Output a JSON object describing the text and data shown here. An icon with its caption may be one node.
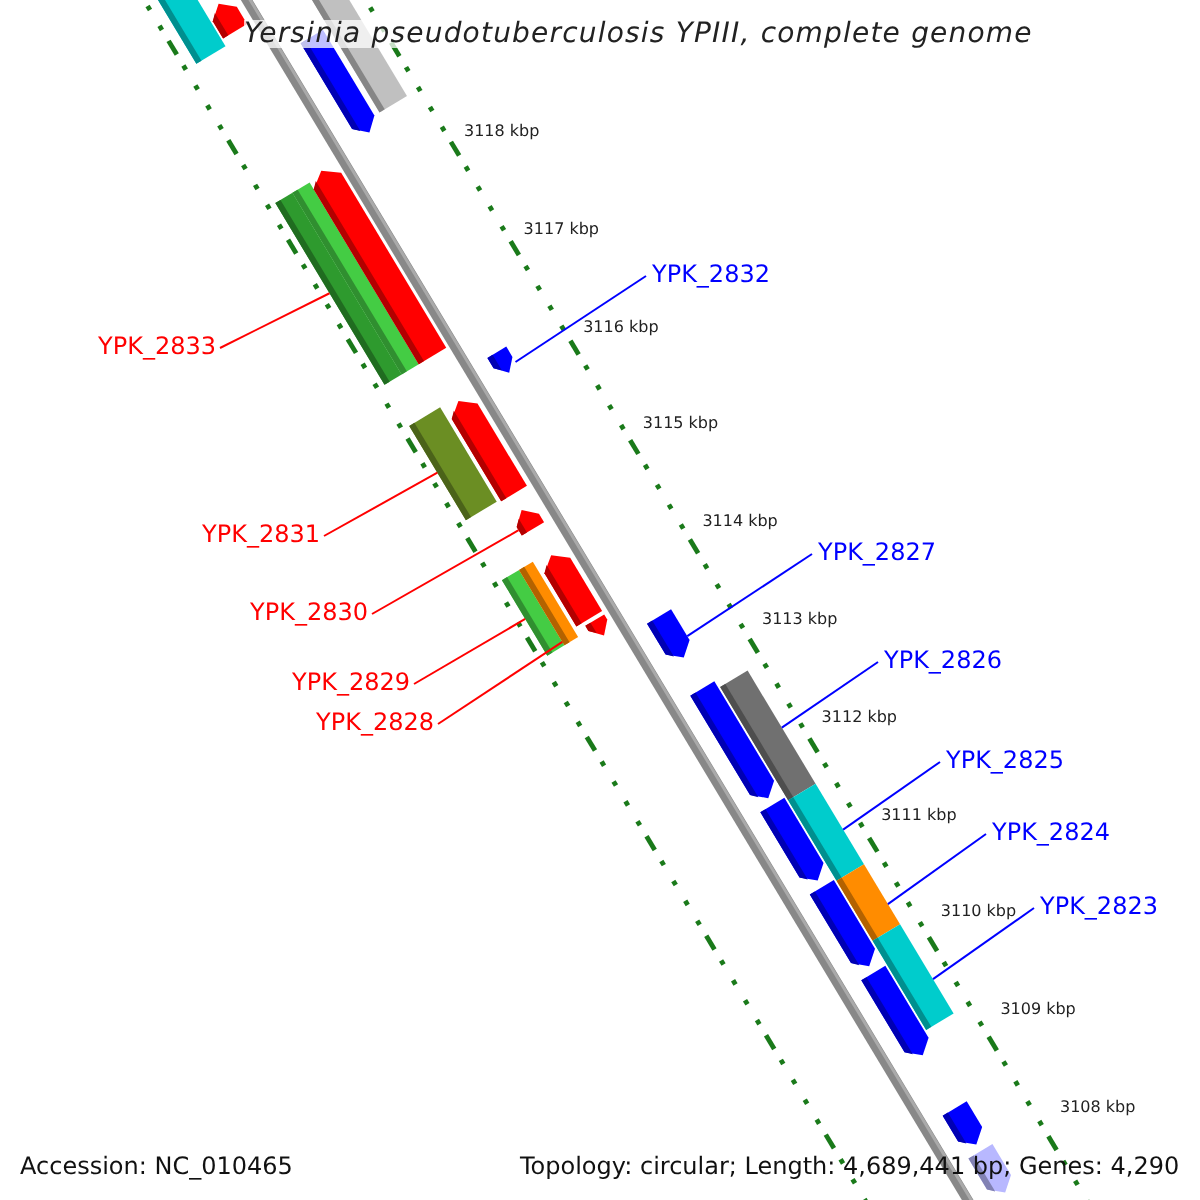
{
  "diagram": {
    "title": "Yersinia pseudotuberculosis YPIII, complete genome",
    "nodes": [
      {
        "text": [
          "YPK_2833"
        ]
      },
      {
        "text": [
          "YPK_2832"
        ]
      },
      {
        "text": [
          "YPK_2831"
        ]
      },
      {
        "text": [
          "YPK_2830"
        ]
      },
      {
        "text": [
          "YPK_2829"
        ]
      },
      {
        "text": [
          "YPK_2828"
        ]
      },
      {
        "text": [
          "YPK_2827"
        ]
      },
      {
        "text": [
          "YPK_2826"
        ]
      },
      {
        "text": [
          "YPK_2825"
        ]
      },
      {
        "text": [
          "YPK_2824"
        ]
      },
      {
        "text": [
          "YPK_2823"
        ]
      },
      {
        "text": [],
        "shape": "bar"
      },
      {
        "text": [],
        "shape": "bar"
      },
      {
        "text": [],
        "shape": "bar"
      },
      {
        "text": [],
        "shape": "bar"
      },
      {
        "text": [],
        "shape": "bar"
      },
      {
        "text": [],
        "shape": "bar"
      },
      {
        "text": [],
        "shape": "bar"
      },
      {
        "text": [],
        "shape": "bar"
      },
      {
        "text": [],
        "shape": "bar"
      },
      {
        "text": [],
        "shape": "bar"
      },
      {
        "text": [],
        "shape": "bar"
      },
      {
        "text": [],
        "shape": "bar"
      },
      {
        "text": [],
        "shape": "bar"
      },
      {
        "text": [],
        "shape": "bar"
      },
      {
        "text": [],
        "shape": "bar"
      },
      {
        "text": [],
        "shape": "bar"
      },
      {
        "text": [],
        "shape": "bar"
      },
      {
        "text": [],
        "shape": "bar"
      },
      {
        "text": [],
        "shape": "bar"
      },
      {
        "text": [],
        "shape": "bar"
      },
      {
        "text": [],
        "shape": "bar"
      },
      {
        "text": [],
        "shape": "bar"
      },
      {
        "text": [],
        "shape": "bar"
      },
      {
        "text": [],
        "shape": "bar"
      },
      {
        "text": [],
        "shape": "bar"
      }
    ],
    "edges": [
      {
        "from": 0,
        "to": 11,
        "arrow": "none",
        "color": "#ff0000"
      },
      {
        "from": 1,
        "to": 12,
        "arrow": "none"
      },
      {
        "from": 2,
        "to": 13,
        "arrow": "none",
        "color": "#ff0000"
      },
      {
        "from": 3,
        "to": 14,
        "arrow": "none",
        "color": "#ff0000"
      },
      {
        "from": 4,
        "to": 15,
        "arrow": "none",
        "color": "#ff0000"
      },
      {
        "from": 5,
        "to": 16,
        "arrow": "none",
        "color": "#ff0000"
      },
      {
        "from": 6,
        "to": 17,
        "arrow": "none"
      },
      {
        "from": 7,
        "to": 18,
        "arrow": "none"
      },
      {
        "from": 8,
        "to": 19,
        "arrow": "none"
      },
      {
        "from": 9,
        "to": 20,
        "arrow": "none"
      },
      {
        "from": 10,
        "to": 21,
        "arrow": "none"
      }
    ],
    "labels": [
      "3118 kbp",
      "3117 kbp",
      "3116 kbp",
      "3115 kbp",
      "3114 kbp",
      "3113 kbp",
      "3112 kbp",
      "3111 kbp",
      "3110 kbp",
      "3109 kbp",
      "3108 kbp",
      "Accession: NC_010465",
      "Topology: circular; Length: 4,689,441 bp; Genes: 4,290"
    ]
  }
}
